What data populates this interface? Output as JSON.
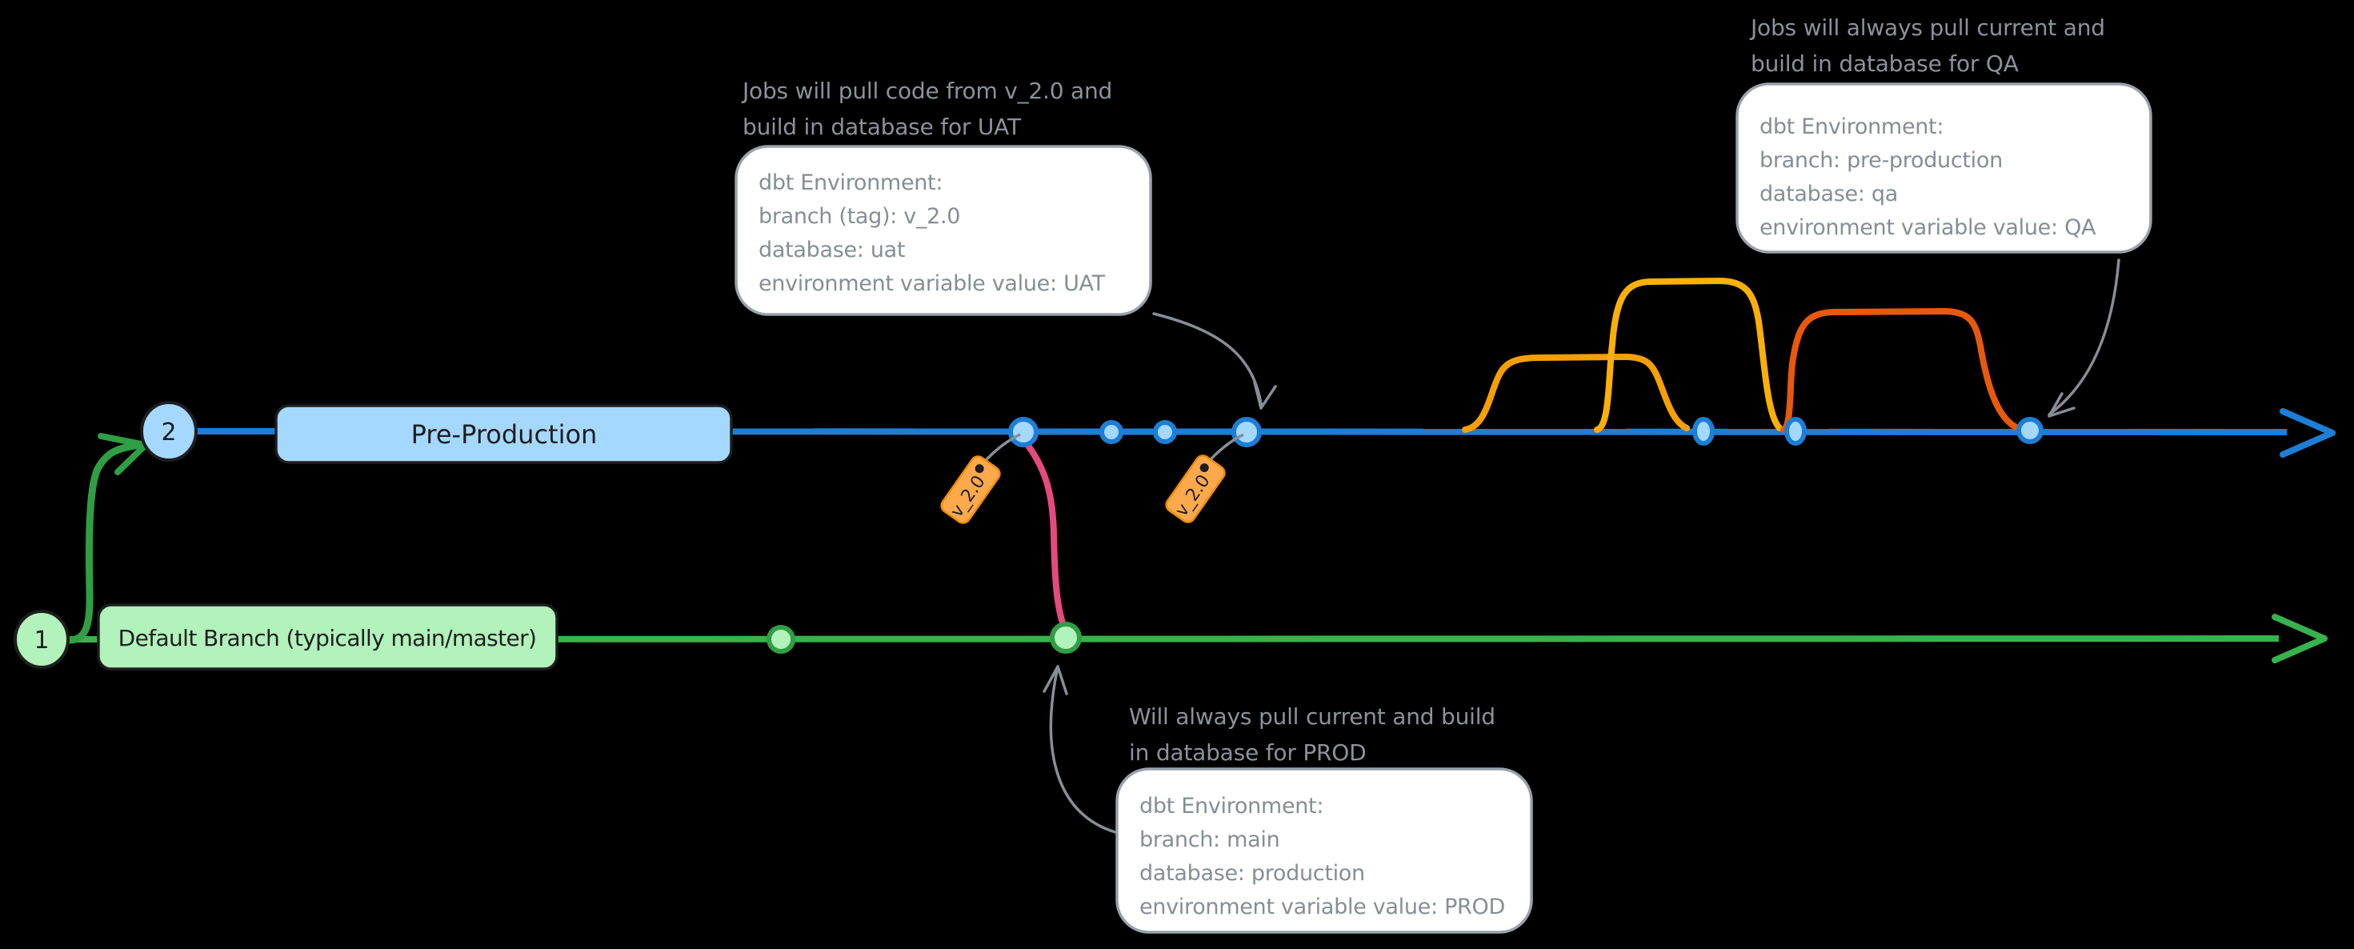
{
  "branches": {
    "preprod": {
      "label": "Pre-Production",
      "node_number": "2",
      "line_color": "#1c7ed6",
      "fill": "#a5d8ff"
    },
    "main": {
      "label": "Default Branch (typically main/master)",
      "node_number": "1",
      "line_color": "#37b24d",
      "fill": "#b2f2bb"
    }
  },
  "tags": {
    "label": "v_2.0",
    "fill": "#ffa94d"
  },
  "callouts": {
    "uat": {
      "header": [
        "Jobs will pull code from v_2.0 and",
        "build in database for UAT"
      ],
      "lines": [
        "dbt Environment:",
        "branch (tag): v_2.0",
        "database: uat",
        "environment variable value: UAT"
      ]
    },
    "qa": {
      "header": [
        "Jobs will always pull current and",
        "build in database for QA"
      ],
      "lines": [
        "dbt Environment:",
        "branch: pre-production",
        "database: qa",
        "environment variable value: QA"
      ]
    },
    "prod": {
      "header": [
        "Will always pull current and build",
        "in database for PROD"
      ],
      "lines": [
        "dbt Environment:",
        "branch: main",
        "database: production",
        "environment variable value: PROD"
      ]
    }
  },
  "colors": {
    "background": "#000000",
    "blue_line": "#1c7ed6",
    "blue_fill": "#a5d8ff",
    "green_line": "#37b24d",
    "green_dark": "#2f9e44",
    "green_fill": "#b2f2bb",
    "pink": "#e64980",
    "tag_orange": "#ffa94d",
    "arc_amber": "#f59f00",
    "arc_yellow": "#fab005",
    "arc_dark_orange": "#e8590c",
    "gray": "#868e96",
    "bubble_fill": "#ffffff",
    "outline_dark": "#1e1e1e"
  }
}
